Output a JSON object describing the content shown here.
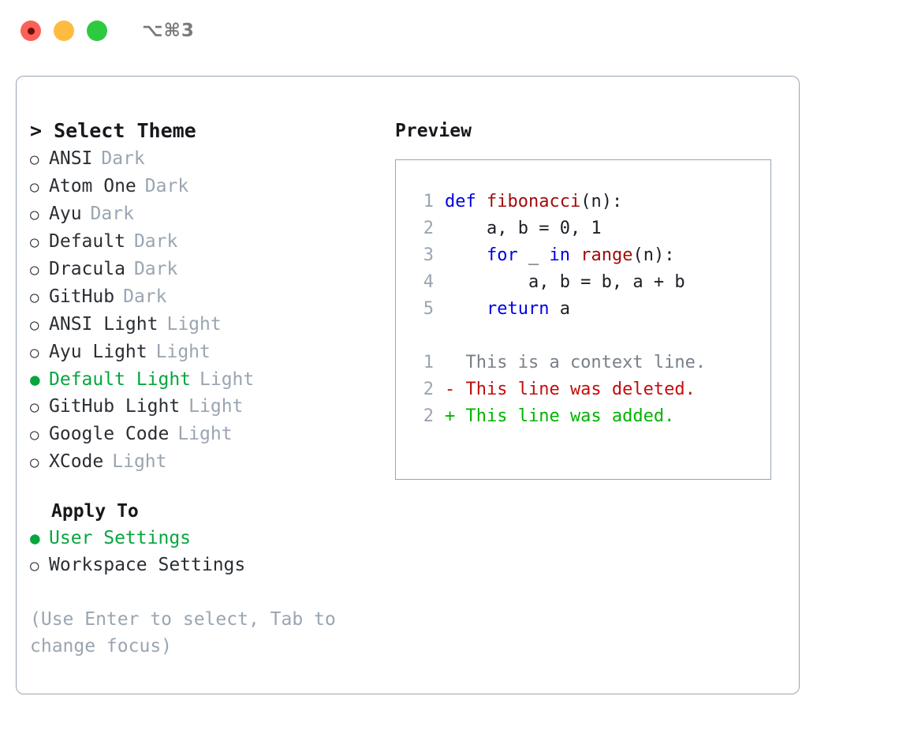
{
  "titlebar": {
    "shortcut": "⌥⌘3",
    "lights": [
      {
        "name": "close-button",
        "color": "#fc6058"
      },
      {
        "name": "minimize-button",
        "color": "#fdbc40"
      },
      {
        "name": "maximize-button",
        "color": "#2dc93f"
      }
    ]
  },
  "theme_panel": {
    "title": "> Select Theme",
    "options": [
      {
        "marker": "○",
        "label": "ANSI",
        "tag": "Dark",
        "selected": false
      },
      {
        "marker": "○",
        "label": "Atom One",
        "tag": "Dark",
        "selected": false
      },
      {
        "marker": "○",
        "label": "Ayu",
        "tag": "Dark",
        "selected": false
      },
      {
        "marker": "○",
        "label": "Default",
        "tag": "Dark",
        "selected": false
      },
      {
        "marker": "○",
        "label": "Dracula",
        "tag": "Dark",
        "selected": false
      },
      {
        "marker": "○",
        "label": "GitHub",
        "tag": "Dark",
        "selected": false
      },
      {
        "marker": "○",
        "label": "ANSI Light",
        "tag": "Light",
        "selected": false
      },
      {
        "marker": "○",
        "label": "Ayu Light",
        "tag": "Light",
        "selected": false
      },
      {
        "marker": "●",
        "label": "Default Light",
        "tag": "Light",
        "selected": true
      },
      {
        "marker": "○",
        "label": "GitHub Light",
        "tag": "Light",
        "selected": false
      },
      {
        "marker": "○",
        "label": "Google Code",
        "tag": "Light",
        "selected": false
      },
      {
        "marker": "○",
        "label": "XCode",
        "tag": "Light",
        "selected": false
      }
    ],
    "apply_to": {
      "title": "Apply To",
      "options": [
        {
          "marker": "●",
          "label": "User Settings",
          "selected": true
        },
        {
          "marker": "○",
          "label": "Workspace Settings",
          "selected": false
        }
      ]
    },
    "hint": "(Use Enter to select, Tab to change focus)"
  },
  "preview": {
    "title": "Preview",
    "code_lines": [
      {
        "num": "1",
        "tokens": [
          {
            "t": "def ",
            "c": "kw"
          },
          {
            "t": "fibonacci",
            "c": "fn"
          },
          {
            "t": "(n):",
            "c": "plain"
          }
        ]
      },
      {
        "num": "2",
        "tokens": [
          {
            "t": "    a, b = 0, 1",
            "c": "plain"
          }
        ]
      },
      {
        "num": "3",
        "tokens": [
          {
            "t": "    ",
            "c": "plain"
          },
          {
            "t": "for ",
            "c": "kw"
          },
          {
            "t": "_ ",
            "c": "plain"
          },
          {
            "t": "in ",
            "c": "kw"
          },
          {
            "t": "range",
            "c": "fn"
          },
          {
            "t": "(n):",
            "c": "plain"
          }
        ]
      },
      {
        "num": "4",
        "tokens": [
          {
            "t": "        a, b = b, a + b",
            "c": "plain"
          }
        ]
      },
      {
        "num": "5",
        "tokens": [
          {
            "t": "    ",
            "c": "plain"
          },
          {
            "t": "return ",
            "c": "kw"
          },
          {
            "t": "a",
            "c": "plain"
          }
        ]
      }
    ],
    "diff_lines": [
      {
        "num": "1",
        "text": "  This is a context line.",
        "kind": "ctx"
      },
      {
        "num": "2",
        "text": "- This line was deleted.",
        "kind": "del"
      },
      {
        "num": "2",
        "text": "+ This line was added.",
        "kind": "add"
      }
    ]
  },
  "colors": {
    "accent_green": "#06a63e",
    "muted": "#9aa5b1",
    "keyword_blue": "#0000e6",
    "function_red": "#a10b0b",
    "diff_add": "#00b400",
    "diff_del": "#c40c0c"
  }
}
